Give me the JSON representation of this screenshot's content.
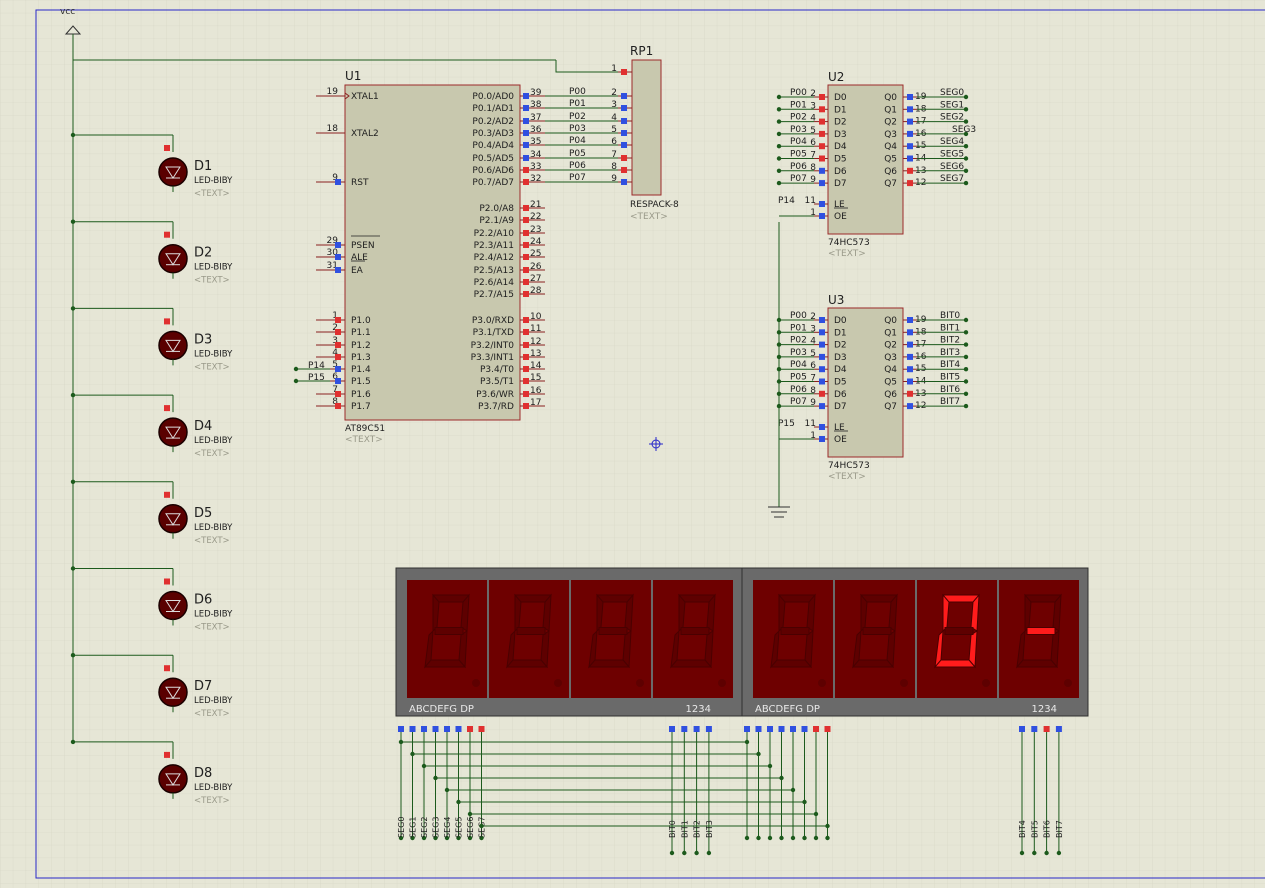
{
  "power": {
    "label": "vcc"
  },
  "leds": [
    {
      "ref": "D1",
      "model": "LED-BIBY",
      "text": "<TEXT>"
    },
    {
      "ref": "D2",
      "model": "LED-BIBY",
      "text": "<TEXT>"
    },
    {
      "ref": "D3",
      "model": "LED-BIBY",
      "text": "<TEXT>"
    },
    {
      "ref": "D4",
      "model": "LED-BIBY",
      "text": "<TEXT>"
    },
    {
      "ref": "D5",
      "model": "LED-BIBY",
      "text": "<TEXT>"
    },
    {
      "ref": "D6",
      "model": "LED-BIBY",
      "text": "<TEXT>"
    },
    {
      "ref": "D7",
      "model": "LED-BIBY",
      "text": "<TEXT>"
    },
    {
      "ref": "D8",
      "model": "LED-BIBY",
      "text": "<TEXT>"
    }
  ],
  "mcu": {
    "ref": "U1",
    "model": "AT89C51",
    "text": "<TEXT>",
    "left_pins": [
      {
        "num": "19",
        "name": "XTAL1",
        "net": ""
      },
      {
        "num": "18",
        "name": "XTAL2",
        "net": ""
      },
      {
        "num": "9",
        "name": "RST",
        "net": ""
      },
      {
        "num": "29",
        "name": "PSEN",
        "net": ""
      },
      {
        "num": "30",
        "name": "ALE",
        "net": ""
      },
      {
        "num": "31",
        "name": "EA",
        "net": ""
      },
      {
        "num": "1",
        "name": "P1.0",
        "net": ""
      },
      {
        "num": "2",
        "name": "P1.1",
        "net": ""
      },
      {
        "num": "3",
        "name": "P1.2",
        "net": ""
      },
      {
        "num": "4",
        "name": "P1.3",
        "net": ""
      },
      {
        "num": "5",
        "name": "P1.4",
        "net": "P14"
      },
      {
        "num": "6",
        "name": "P1.5",
        "net": "P15"
      },
      {
        "num": "7",
        "name": "P1.6",
        "net": ""
      },
      {
        "num": "8",
        "name": "P1.7",
        "net": ""
      }
    ],
    "right_pins": [
      {
        "num": "39",
        "name": "P0.0/AD0",
        "net": "P00"
      },
      {
        "num": "38",
        "name": "P0.1/AD1",
        "net": "P01"
      },
      {
        "num": "37",
        "name": "P0.2/AD2",
        "net": "P02"
      },
      {
        "num": "36",
        "name": "P0.3/AD3",
        "net": "P03"
      },
      {
        "num": "35",
        "name": "P0.4/AD4",
        "net": "P04"
      },
      {
        "num": "34",
        "name": "P0.5/AD5",
        "net": "P05"
      },
      {
        "num": "33",
        "name": "P0.6/AD6",
        "net": "P06"
      },
      {
        "num": "32",
        "name": "P0.7/AD7",
        "net": "P07"
      },
      {
        "num": "21",
        "name": "P2.0/A8",
        "net": ""
      },
      {
        "num": "22",
        "name": "P2.1/A9",
        "net": ""
      },
      {
        "num": "23",
        "name": "P2.2/A10",
        "net": ""
      },
      {
        "num": "24",
        "name": "P2.3/A11",
        "net": ""
      },
      {
        "num": "25",
        "name": "P2.4/A12",
        "net": ""
      },
      {
        "num": "26",
        "name": "P2.5/A13",
        "net": ""
      },
      {
        "num": "27",
        "name": "P2.6/A14",
        "net": ""
      },
      {
        "num": "28",
        "name": "P2.7/A15",
        "net": ""
      },
      {
        "num": "10",
        "name": "P3.0/RXD",
        "net": ""
      },
      {
        "num": "11",
        "name": "P3.1/TXD",
        "net": ""
      },
      {
        "num": "12",
        "name": "P3.2/INT0",
        "net": ""
      },
      {
        "num": "13",
        "name": "P3.3/INT1",
        "net": ""
      },
      {
        "num": "14",
        "name": "P3.4/T0",
        "net": ""
      },
      {
        "num": "15",
        "name": "P3.5/T1",
        "net": ""
      },
      {
        "num": "16",
        "name": "P3.6/WR",
        "net": ""
      },
      {
        "num": "17",
        "name": "P3.7/RD",
        "net": ""
      }
    ]
  },
  "respack": {
    "ref": "RP1",
    "model": "RESPACK-8",
    "text": "<TEXT>",
    "pins": [
      "1",
      "2",
      "3",
      "4",
      "5",
      "6",
      "7",
      "8",
      "9"
    ]
  },
  "latches": [
    {
      "ref": "U2",
      "model": "74HC573",
      "text": "<TEXT>",
      "in_names": [
        "D0",
        "D1",
        "D2",
        "D3",
        "D4",
        "D5",
        "D6",
        "D7"
      ],
      "in_nums": [
        "2",
        "3",
        "4",
        "5",
        "6",
        "7",
        "8",
        "9"
      ],
      "in_nets": [
        "P00",
        "P01",
        "P02",
        "P03",
        "P04",
        "P05",
        "P06",
        "P07"
      ],
      "out_names": [
        "Q0",
        "Q1",
        "Q2",
        "Q3",
        "Q4",
        "Q5",
        "Q6",
        "Q7"
      ],
      "out_nums": [
        "19",
        "18",
        "17",
        "16",
        "15",
        "14",
        "13",
        "12"
      ],
      "out_nets": [
        "SEG0",
        "SEG1",
        "SEG2",
        "SEG3",
        "SEG4",
        "SEG5",
        "SEG6",
        "SEG7"
      ],
      "le": {
        "name": "LE",
        "num": "11",
        "net": "P14"
      },
      "oe": {
        "name": "OE",
        "num": "1"
      }
    },
    {
      "ref": "U3",
      "model": "74HC573",
      "text": "<TEXT>",
      "in_names": [
        "D0",
        "D1",
        "D2",
        "D3",
        "D4",
        "D5",
        "D6",
        "D7"
      ],
      "in_nums": [
        "2",
        "3",
        "4",
        "5",
        "6",
        "7",
        "8",
        "9"
      ],
      "in_nets": [
        "P00",
        "P01",
        "P02",
        "P03",
        "P04",
        "P05",
        "P06",
        "P07"
      ],
      "out_names": [
        "Q0",
        "Q1",
        "Q2",
        "Q3",
        "Q4",
        "Q5",
        "Q6",
        "Q7"
      ],
      "out_nums": [
        "19",
        "18",
        "17",
        "16",
        "15",
        "14",
        "13",
        "12"
      ],
      "out_nets": [
        "BIT0",
        "BIT1",
        "BIT2",
        "BIT3",
        "BIT4",
        "BIT5",
        "BIT6",
        "BIT7"
      ],
      "le": {
        "name": "LE",
        "num": "11",
        "net": "P15"
      },
      "oe": {
        "name": "OE",
        "num": "1"
      }
    }
  ],
  "displays": [
    {
      "seg_label": "ABCDEFG  DP",
      "dig_label": "1234",
      "seg_nets": [
        "SEG0",
        "SEG1",
        "SEG2",
        "SEG3",
        "SEG4",
        "SEG5",
        "SEG6",
        "SEG7"
      ],
      "bit_nets": [
        "BIT0",
        "BIT1",
        "BIT2",
        "BIT3"
      ],
      "digits": [
        "",
        "",
        "",
        ""
      ]
    },
    {
      "seg_label": "ABCDEFG  DP",
      "dig_label": "1234",
      "seg_nets": [],
      "bit_nets": [
        "BIT4",
        "BIT5",
        "BIT6",
        "BIT7"
      ],
      "digits": [
        "",
        "",
        "0",
        "-"
      ]
    }
  ],
  "colors": {
    "background": "#e6e6d6",
    "grid": "#cfcfbf",
    "wire": "#1c5a1c",
    "part": "#c8c8ae",
    "outline": "#9c2a2a",
    "pin_high": "#e03030",
    "pin_low": "#3050e0",
    "seg_off": "#5c0000",
    "seg_on": "#ff1c1c"
  }
}
